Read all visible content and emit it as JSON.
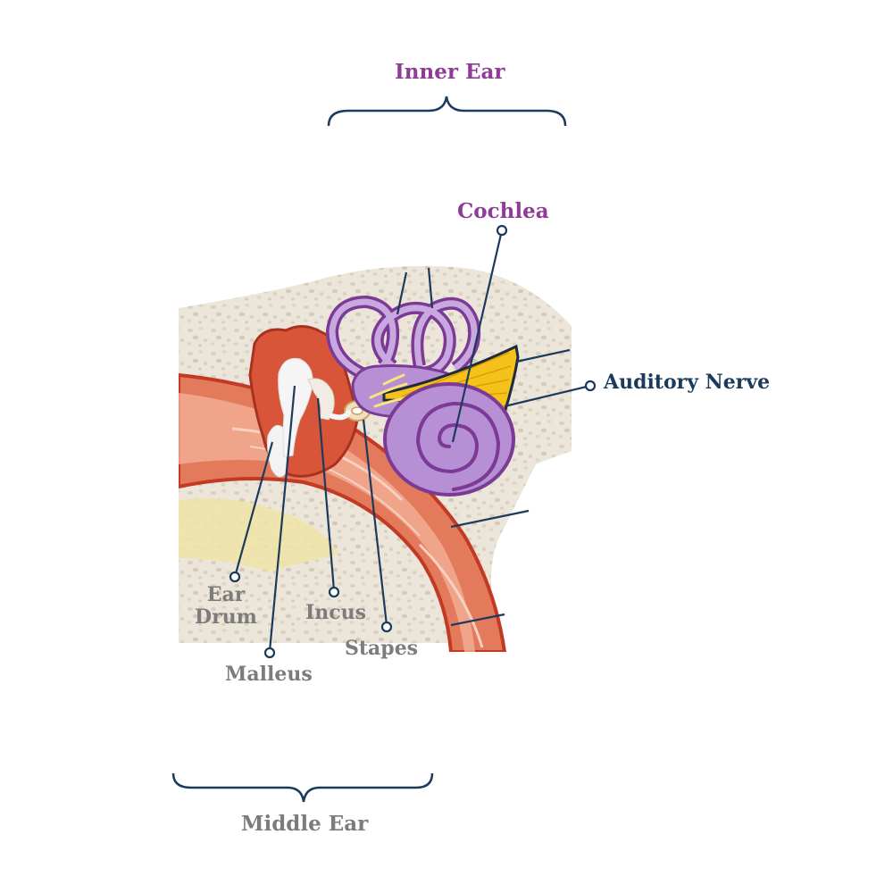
{
  "labels": {
    "inner_ear": "Inner Ear",
    "cochlea": "Cochlea",
    "auditory_nerve": "Auditory Nerve",
    "ear_drum_line1": "Ear",
    "ear_drum_line2": "Drum",
    "incus": "Incus",
    "stapes": "Stapes",
    "malleus": "Malleus",
    "middle_ear": "Middle Ear"
  },
  "colors": {
    "purple": "#8e3c97",
    "navy": "#1b3a5c",
    "gray": "#7c7c7c",
    "bone": "#ebe4d6",
    "tissue": "#d8553a",
    "cochlea_fill": "#b78fd4",
    "nerve": "#f4c21a"
  }
}
